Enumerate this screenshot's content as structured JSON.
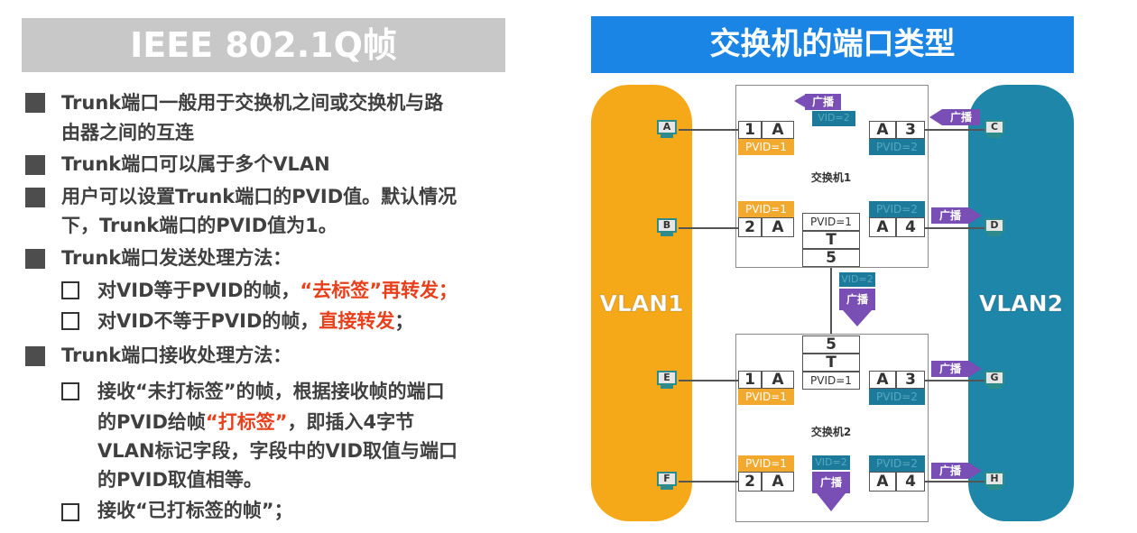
{
  "left": {
    "title": "IEEE 802.1Q帧",
    "bullets": [
      {
        "text": "Trunk端口一般用于交换机之间或交换机与路"
      },
      {
        "text": "由器之间的互连"
      },
      {
        "text": "Trunk端口可以属于多个VLAN"
      },
      {
        "text": "用户可以设置Trunk端口的PVID值。默认情况"
      },
      {
        "text": "下，Trunk端口的PVID值为1。"
      },
      {
        "text": "Trunk端口发送处理方法："
      },
      {
        "text": "Trunk端口接收处理方法："
      }
    ],
    "send": {
      "item1_a": "对VID等于PVID的帧，",
      "item1_b": "“去标签”",
      "item1_c": "再转发；",
      "item2_a": "对VID不等于PVID的帧，",
      "item2_b": "直接转发",
      "item2_c": "；"
    },
    "recv": {
      "line1": "接收“未打标签”的帧，根据接收帧的端口",
      "line2_a": "的PVID给帧",
      "line2_b": "“打标签”",
      "line2_c": "，即插入4字节",
      "line3": "VLAN标记字段，字段中的VID取值与端口",
      "line4": "的PVID取值相等。",
      "line5": "接收“已打标签的帧”；"
    }
  },
  "right": {
    "title": "交换机的端口类型",
    "vlan1": "VLAN1",
    "vlan2": "VLAN2",
    "switch1": "交换机1",
    "switch2": "交换机2",
    "pcs": [
      "A",
      "B",
      "C",
      "D",
      "E",
      "F",
      "G",
      "H"
    ],
    "num1": "1",
    "num2": "2",
    "num3": "3",
    "num4": "4",
    "num5": "5",
    "portA": "A",
    "trunk_t": "T",
    "pvid1": "PVID=1",
    "pvid2": "PVID=2",
    "vid2": "VID=2",
    "broadcast": "广播"
  },
  "colors": {
    "vlan1": "#f5a818",
    "vlan2": "#1e86a8",
    "title_bar": "#1b85e6",
    "broadcast": "#7a4fb5",
    "highlight": "#e8401c"
  }
}
